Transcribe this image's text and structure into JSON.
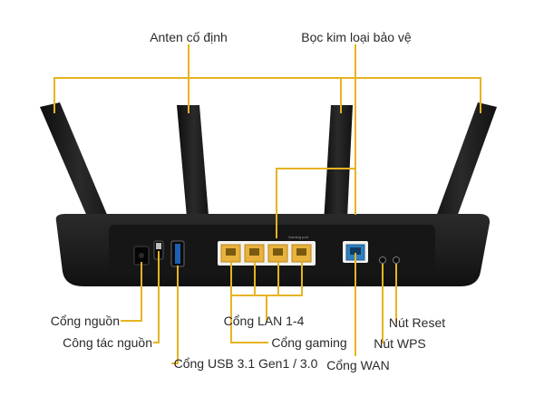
{
  "diagram": {
    "callouts": {
      "fixed_antenna": "Anten cố định",
      "metal_shield": "Bọc kim loại bảo vệ",
      "power_port": "Cổng nguồn",
      "power_switch": "Công tác nguồn",
      "usb_port": "Cổng USB 3.1 Gen1 / 3.0",
      "lan_ports": "Cổng LAN 1-4",
      "gaming_port": "Cổng gaming",
      "wan_port": "Cổng WAN",
      "reset_button": "Nút Reset",
      "wps_button": "Nút WPS"
    },
    "panel_text": {
      "gaming_port_mark": "Gaming port"
    },
    "colors": {
      "leader_line": "#e6b422",
      "router_body": "#1c1c1c",
      "lan_port": "#e8b23c",
      "wan_port": "#2f7fbf",
      "usb_port": "#1d5fb0",
      "label_text": "#2a2a2a"
    }
  }
}
